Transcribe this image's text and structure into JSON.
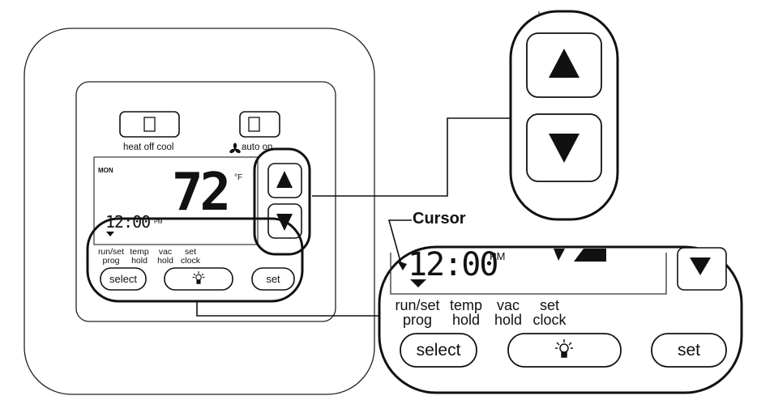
{
  "callout": {
    "cursor_label": "Cursor"
  },
  "thermostat": {
    "switch_left_label": "heat off cool",
    "switch_right_label": "auto  on",
    "fan_icon": "fan-icon",
    "display": {
      "day": "MON",
      "temperature": "72",
      "unit": "°F",
      "time": "12:00",
      "meridiem": "PM"
    },
    "button_labels": {
      "col1_line1": "run/set",
      "col1_line2": "prog",
      "col2_line1": "temp",
      "col2_line2": "hold",
      "col3_line1": "vac",
      "col3_line2": "hold",
      "col4_line1": "set",
      "col4_line2": "clock"
    },
    "buttons": {
      "select": "select",
      "light_icon": "lightbulb-icon",
      "set": "set",
      "up_icon": "up-arrow-icon",
      "down_icon": "down-arrow-icon"
    }
  },
  "zoom_bottom": {
    "time": "12:00",
    "meridiem": "PM",
    "labels": {
      "col1_line1": "run/set",
      "col1_line2": "prog",
      "col2_line1": "temp",
      "col2_line2": "hold",
      "col3_line1": "vac",
      "col3_line2": "hold",
      "col4_line1": "set",
      "col4_line2": "clock"
    },
    "buttons": {
      "select": "select",
      "light_icon": "lightbulb-icon",
      "set": "set"
    }
  },
  "zoom_top": {
    "up_icon": "up-arrow-icon",
    "down_icon": "down-arrow-icon"
  }
}
